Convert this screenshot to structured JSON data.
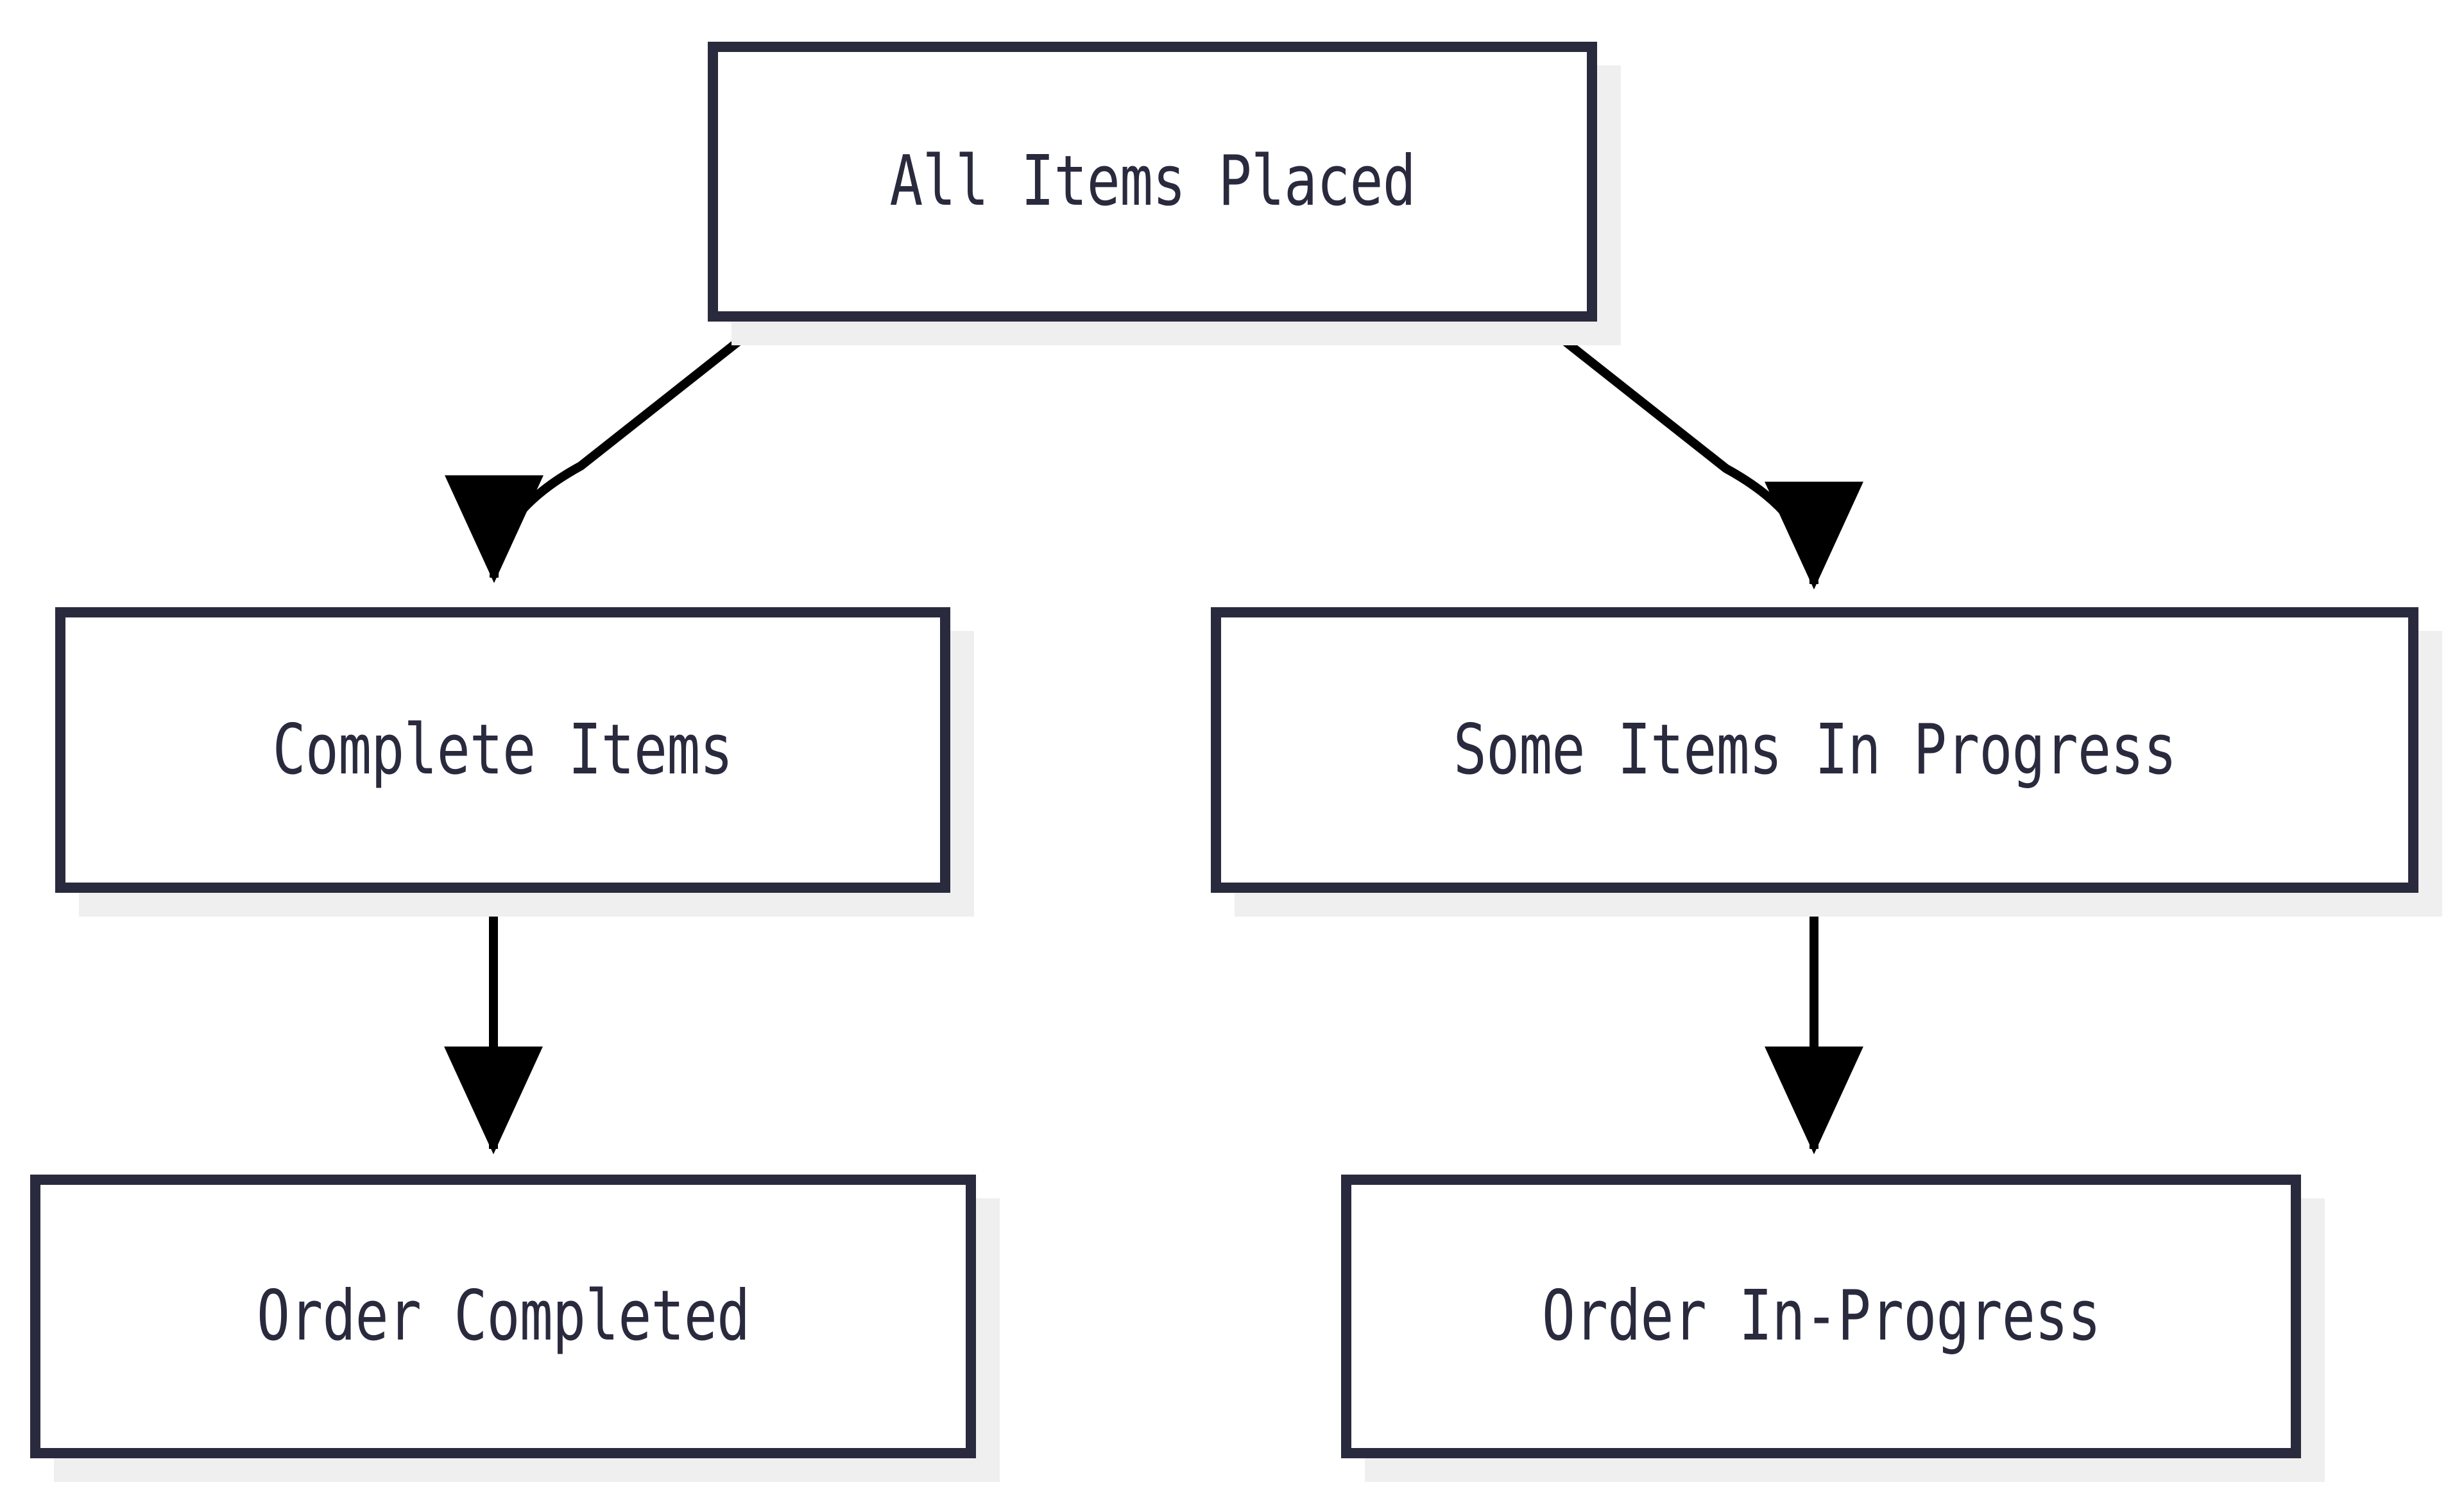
{
  "diagram": {
    "type": "flowchart",
    "direction": "top-down",
    "background_color": "#ffffff",
    "node_border_color": "#2a2a3e",
    "node_fill_color": "#ffffff",
    "node_shadow_color": "#efefef",
    "text_color": "#2a2a3e",
    "edge_color": "#000000",
    "nodes": [
      {
        "id": "root",
        "label": "All Items Placed"
      },
      {
        "id": "complete",
        "label": "Complete Items"
      },
      {
        "id": "inprogress",
        "label": "Some Items In Progress"
      },
      {
        "id": "ordercomp",
        "label": "Order Completed"
      },
      {
        "id": "orderprog",
        "label": "Order In-Progress"
      }
    ],
    "edges": [
      {
        "from": "root",
        "to": "complete",
        "style": "curved-arrow"
      },
      {
        "from": "root",
        "to": "inprogress",
        "style": "curved-arrow"
      },
      {
        "from": "complete",
        "to": "ordercomp",
        "style": "straight-arrow"
      },
      {
        "from": "inprogress",
        "to": "orderprog",
        "style": "straight-arrow"
      }
    ]
  }
}
